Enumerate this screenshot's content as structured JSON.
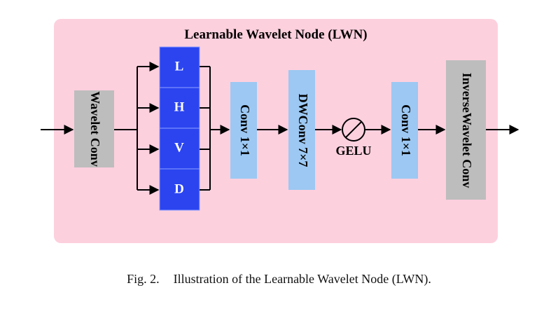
{
  "diagram": {
    "title": "Learnable Wavelet Node (LWN)",
    "nodes": {
      "wavelet_conv": "Wavelet Conv",
      "band_l": "L",
      "band_h": "H",
      "band_v": "V",
      "band_d": "D",
      "conv1": "Conv 1×1",
      "dwconv": "DWConv 7×7",
      "gelu": "GELU",
      "conv2": "Conv 1×1",
      "inverse_wavelet_conv": "InverseWavelet Conv"
    },
    "colors": {
      "background_panel": "#fdd0de",
      "gray_block": "#bdbdbd",
      "blue_band": "#2b44f0",
      "light_blue_block": "#9cc8f3",
      "arrow": "#000000"
    }
  },
  "caption": {
    "figure_label": "Fig. 2.",
    "text": "Illustration of the Learnable Wavelet Node (LWN)."
  }
}
